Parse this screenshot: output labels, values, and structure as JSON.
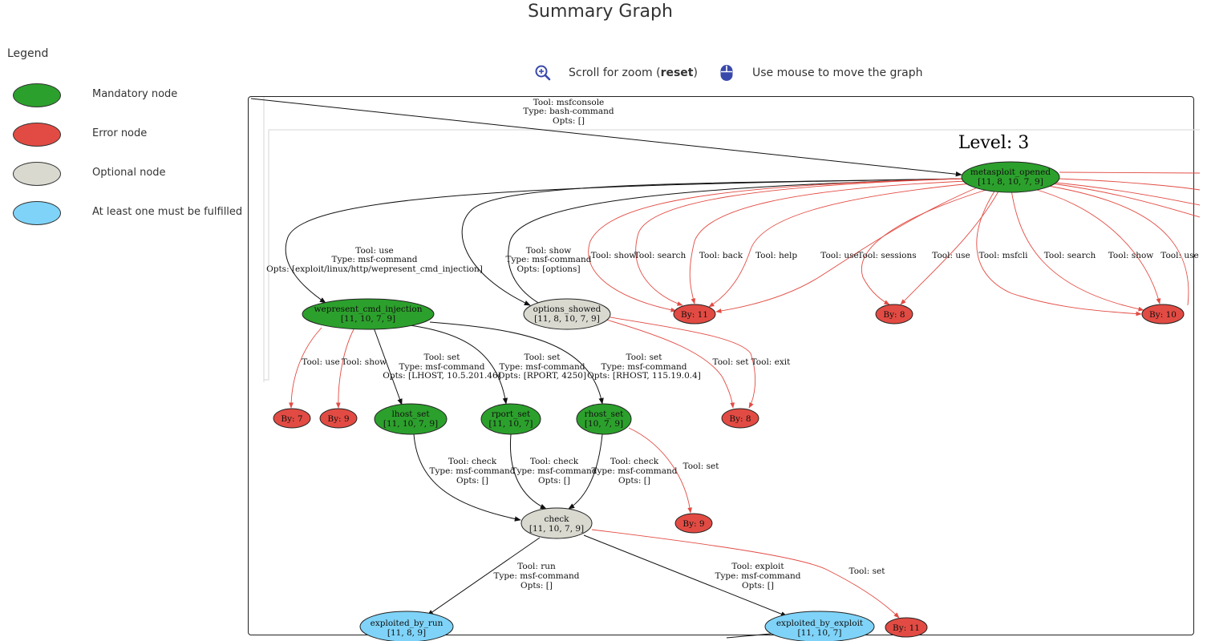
{
  "page": {
    "title": "Summary Graph"
  },
  "legend": {
    "title": "Legend",
    "items": [
      {
        "label": "Mandatory node",
        "color": "#2ca02c"
      },
      {
        "label": "Error node",
        "color": "#e24b43"
      },
      {
        "label": "Optional node",
        "color": "#d9d9d0"
      },
      {
        "label": "At least one must be fulfilled",
        "color": "#7fd3f8"
      }
    ]
  },
  "hints": {
    "zoom_prefix": "Scroll for zoom (",
    "zoom_reset": "reset",
    "zoom_suffix": ")",
    "move": "Use mouse to move the graph"
  },
  "graph": {
    "cluster_label": "Level: 3",
    "colors": {
      "mandatory": "#2ca02c",
      "error": "#e24b43",
      "optional": "#d9d9d0",
      "atleast": "#7fd3f8",
      "edge_black": "#111111",
      "edge_red": "#e24b43"
    },
    "nodes": {
      "metasploit_opened": {
        "name": "metasploit_opened",
        "sub": "[11, 8, 10, 7, 9]"
      },
      "wepresent": {
        "name": "wepresent_cmd_injection",
        "sub": "[11, 10, 7, 9]"
      },
      "options_showed": {
        "name": "options_showed",
        "sub": "[11, 8, 10, 7, 9]"
      },
      "by11a": {
        "name": "By: 11"
      },
      "by8a": {
        "name": "By: 8"
      },
      "by10": {
        "name": "By: 10"
      },
      "by7": {
        "name": "By: 7"
      },
      "by9a": {
        "name": "By: 9"
      },
      "lhost_set": {
        "name": "lhost_set",
        "sub": "[11, 10, 7, 9]"
      },
      "rport_set": {
        "name": "rport_set",
        "sub": "[11, 10, 7]"
      },
      "rhost_set": {
        "name": "rhost_set",
        "sub": "[10, 7, 9]"
      },
      "by8b": {
        "name": "By: 8"
      },
      "check": {
        "name": "check",
        "sub": "[11, 10, 7, 9]"
      },
      "by9b": {
        "name": "By: 9"
      },
      "exploited_by_run": {
        "name": "exploited_by_run",
        "sub": "[11, 8, 9]"
      },
      "exploited_by_exploit": {
        "name": "exploited_by_exploit",
        "sub": "[11, 10, 7]"
      },
      "by11b": {
        "name": "By: 11"
      }
    },
    "edge_labels": {
      "top": [
        "Tool: msfconsole",
        "Type: bash-command",
        "Opts: []"
      ],
      "use_wepresent": [
        "Tool: use",
        "Type: msf-command",
        "Opts: [exploit/linux/http/wepresent_cmd_injection]"
      ],
      "show_options": [
        "Tool: show",
        "Type: msf-command",
        "Opts: [options]"
      ],
      "meta_show": "Tool: show",
      "meta_search": "Tool: search",
      "meta_back": "Tool: back",
      "meta_help": "Tool: help",
      "meta_use": "Tool: use",
      "meta_sessions": "Tool: sessions",
      "meta_use2": "Tool: use",
      "meta_msfcli": "Tool: msfcli",
      "meta_search2": "Tool: search",
      "meta_show2": "Tool: show",
      "meta_use3": "Tool: use",
      "wep_use": "Tool: use",
      "wep_show": "Tool: show",
      "set_lhost": [
        "Tool: set",
        "Type: msf-command",
        "Opts: [LHOST, 10.5.201.46]"
      ],
      "set_rport": [
        "Tool: set",
        "Type: msf-command",
        "Opts: [RPORT, 4250]"
      ],
      "set_rhost": [
        "Tool: set",
        "Type: msf-command",
        "Opts: [RHOST, 115.19.0.4]"
      ],
      "opt_set": "Tool: set",
      "opt_exit": "Tool: exit",
      "check_l": [
        "Tool: check",
        "Type: msf-command",
        "Opts: []"
      ],
      "check_r": [
        "Tool: check",
        "Type: msf-command",
        "Opts: []"
      ],
      "check_rh": [
        "Tool: check",
        "Type: msf-command",
        "Opts: []"
      ],
      "rhost_set_err": "Tool: set",
      "run": [
        "Tool: run",
        "Type: msf-command",
        "Opts: []"
      ],
      "exploit": [
        "Tool: exploit",
        "Type: msf-command",
        "Opts: []"
      ],
      "check_set_err": "Tool: set"
    }
  }
}
